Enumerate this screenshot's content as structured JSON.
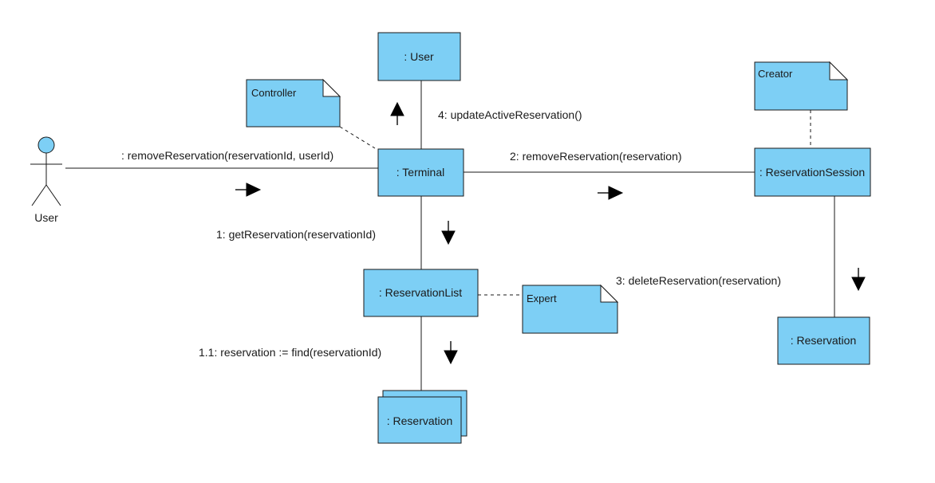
{
  "colors": {
    "object_fill": "#7dcff5",
    "note_fill": "#7dcff5",
    "line": "#1a1a1a",
    "background": "#ffffff"
  },
  "actor": {
    "label": "User",
    "icon": "stick-figure-actor-icon"
  },
  "objects": {
    "user": ": User",
    "terminal": ": Terminal",
    "reservation_session": ": ReservationSession",
    "reservation_list": ": ReservationList",
    "reservation_multi": ": Reservation",
    "reservation_single": ": Reservation"
  },
  "notes": {
    "controller": "Controller",
    "creator": "Creator",
    "expert": "Expert"
  },
  "messages": {
    "remove_reservation_actor": ": removeReservation(reservationId, userId)",
    "m1": "1: getReservation(reservationId)",
    "m1_1": "1.1: reservation := find(reservationId)",
    "m2": "2: removeReservation(reservation)",
    "m3": "3: deleteReservation(reservation)",
    "m4": "4: updateActiveReservation()"
  }
}
